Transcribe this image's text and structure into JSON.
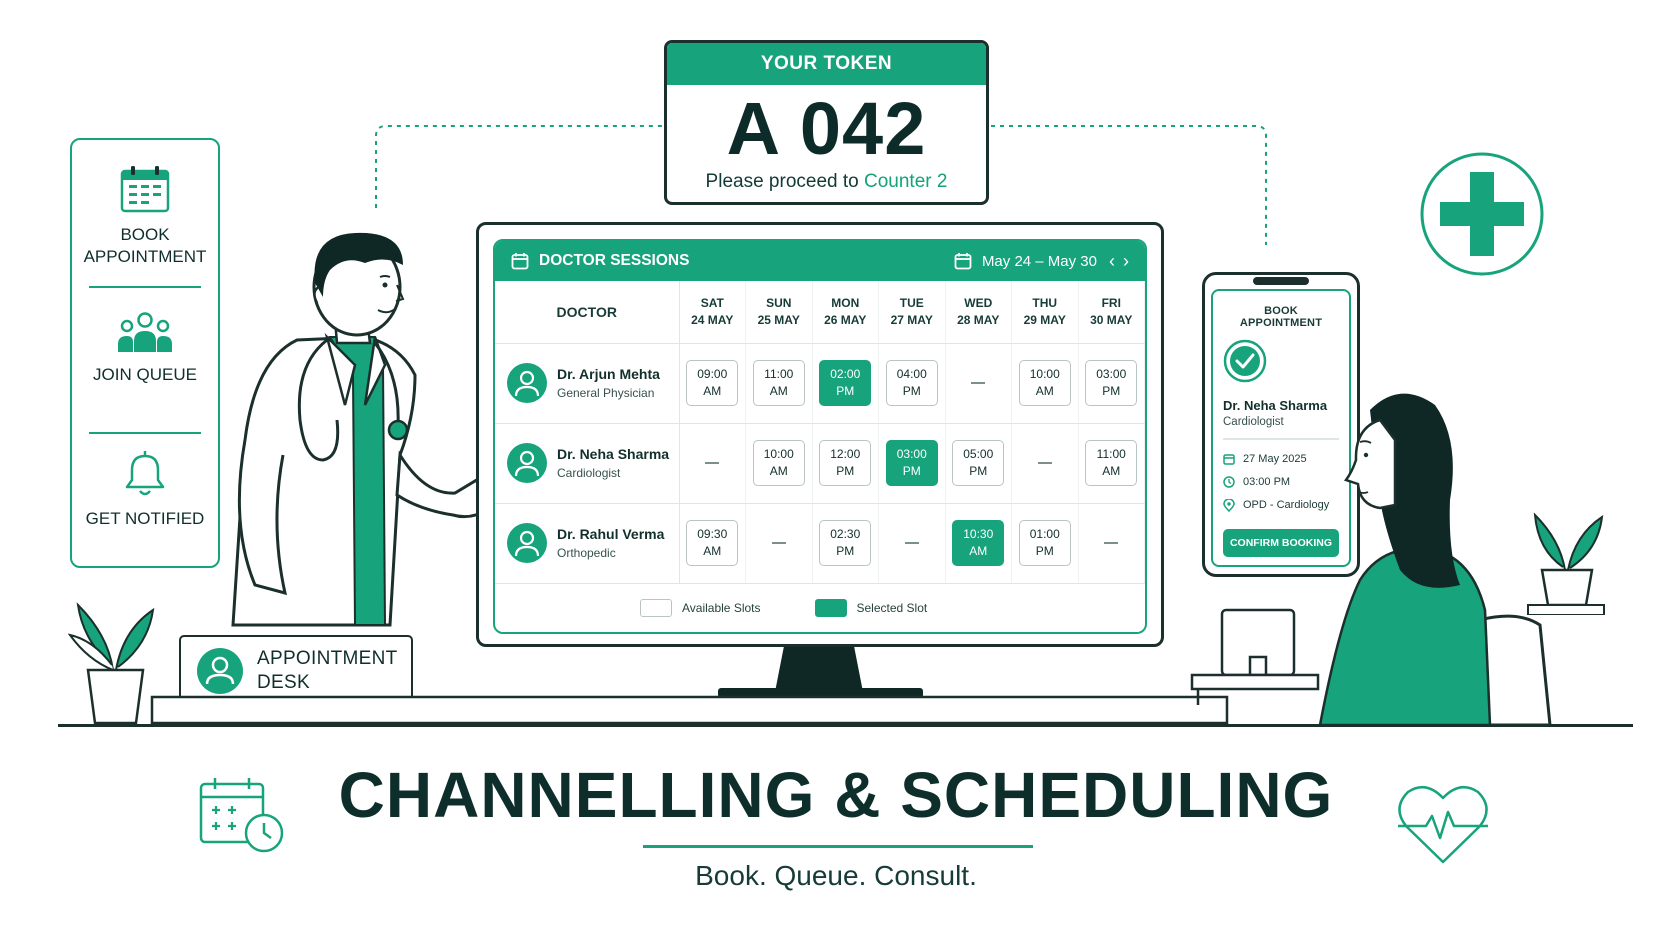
{
  "token": {
    "header": "YOUR TOKEN",
    "number": "A 042",
    "instruction_prefix": "Please proceed to",
    "counter": "Counter 2"
  },
  "features": [
    {
      "label": "BOOK APPOINTMENT",
      "icon": "calendar-icon"
    },
    {
      "label": "JOIN QUEUE",
      "icon": "group-icon"
    },
    {
      "label": "GET NOTIFIED",
      "icon": "bell-icon"
    }
  ],
  "schedule": {
    "title": "DOCTOR SESSIONS",
    "date_range": "May 24 – May 30",
    "doctor_header": "DOCTOR",
    "days": [
      {
        "name": "SAT",
        "date": "24 MAY"
      },
      {
        "name": "SUN",
        "date": "25 MAY"
      },
      {
        "name": "MON",
        "date": "26 MAY"
      },
      {
        "name": "TUE",
        "date": "27 MAY"
      },
      {
        "name": "WED",
        "date": "28 MAY"
      },
      {
        "name": "THU",
        "date": "29 MAY"
      },
      {
        "name": "FRI",
        "date": "30 MAY"
      }
    ],
    "doctors": [
      {
        "name": "Dr. Arjun Mehta",
        "specialty": "General Physician",
        "slots": [
          {
            "time": "09:00",
            "period": "AM",
            "selected": false
          },
          {
            "time": "11:00",
            "period": "AM",
            "selected": false
          },
          {
            "time": "02:00",
            "period": "PM",
            "selected": true
          },
          {
            "time": "04:00",
            "period": "PM",
            "selected": false
          },
          null,
          {
            "time": "10:00",
            "period": "AM",
            "selected": false
          },
          {
            "time": "03:00",
            "period": "PM",
            "selected": false
          }
        ]
      },
      {
        "name": "Dr. Neha Sharma",
        "specialty": "Cardiologist",
        "slots": [
          null,
          {
            "time": "10:00",
            "period": "AM",
            "selected": false
          },
          {
            "time": "12:00",
            "period": "PM",
            "selected": false
          },
          {
            "time": "03:00",
            "period": "PM",
            "selected": true
          },
          {
            "time": "05:00",
            "period": "PM",
            "selected": false
          },
          null,
          {
            "time": "11:00",
            "period": "AM",
            "selected": false
          }
        ]
      },
      {
        "name": "Dr. Rahul Verma",
        "specialty": "Orthopedic",
        "slots": [
          {
            "time": "09:30",
            "period": "AM",
            "selected": false
          },
          null,
          {
            "time": "02:30",
            "period": "PM",
            "selected": false
          },
          null,
          {
            "time": "10:30",
            "period": "AM",
            "selected": true
          },
          {
            "time": "01:00",
            "period": "PM",
            "selected": false
          },
          null
        ]
      }
    ],
    "legend": {
      "available": "Available Slots",
      "selected": "Selected Slot"
    }
  },
  "phone": {
    "title": "BOOK APPOINTMENT",
    "doctor_name": "Dr. Neha Sharma",
    "specialty": "Cardiologist",
    "date": "27 May 2025",
    "time": "03:00 PM",
    "location": "OPD - Cardiology",
    "button": "CONFIRM BOOKING"
  },
  "desk": {
    "line1": "APPOINTMENT",
    "line2": "DESK"
  },
  "heading": "CHANNELLING & SCHEDULING",
  "tagline": "Book. Queue. Consult.",
  "colors": {
    "accent": "#17a37b",
    "ink": "#0e2e2b"
  }
}
